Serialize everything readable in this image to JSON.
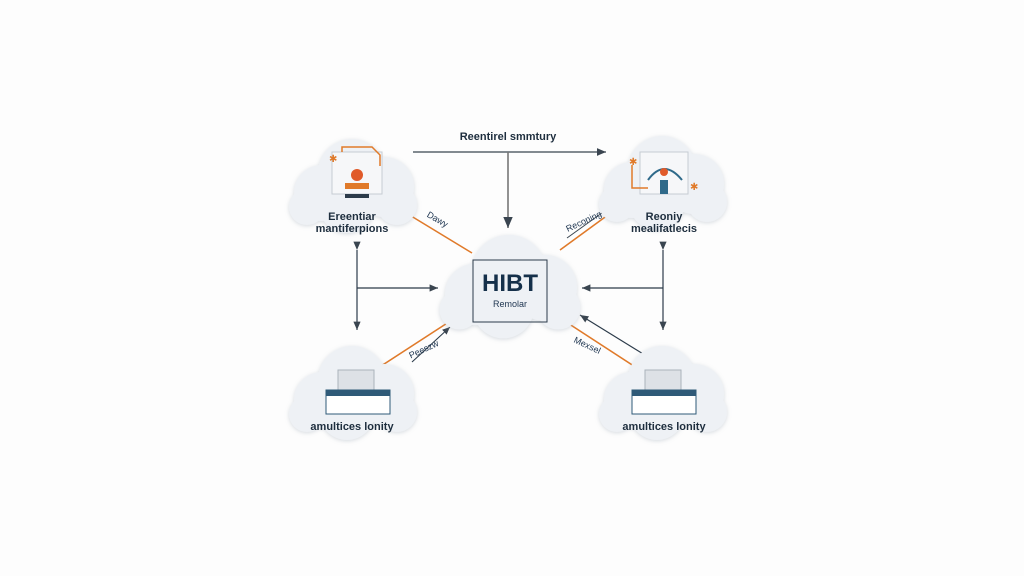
{
  "nodes": {
    "top_left": {
      "line1": "Ereentiar",
      "line2": "mantiferpions"
    },
    "top_right": {
      "line1": "Reoniy",
      "line2": "mealifatlecis"
    },
    "bottom_left": {
      "label": "amultices lonity"
    },
    "bottom_right": {
      "label": "amultices lonity"
    },
    "center": {
      "title": "HIBT",
      "subtitle": "Remolar"
    }
  },
  "edges": {
    "top": "Reentirel smmtury",
    "top_left": "Dawy",
    "top_right": "Reconing",
    "bottom_left": "Peeszw",
    "bottom_right": "Mexsel"
  },
  "colors": {
    "orange": "#e07a2a",
    "dark": "#2c3b4a",
    "navy": "#15304a",
    "cloud": "#eef1f5"
  }
}
